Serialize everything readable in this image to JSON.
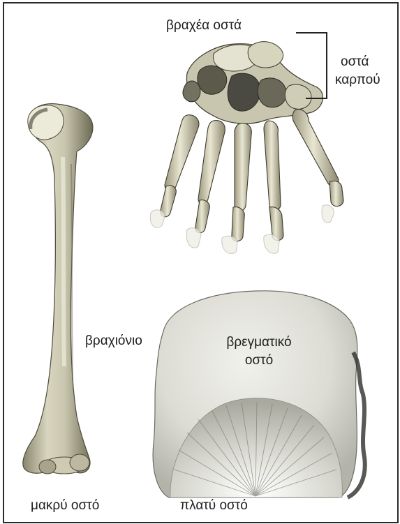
{
  "labels": {
    "short_bones": "βραχέα οστά",
    "carpal_bones_line1": "οστά",
    "carpal_bones_line2": "καρπού",
    "humerus": "βραχιόνιο",
    "parietal_line1": "βρεγματικό",
    "parietal_line2": "οστό",
    "long_bone": "μακρύ οστό",
    "flat_bone": "πλατύ οστό"
  }
}
